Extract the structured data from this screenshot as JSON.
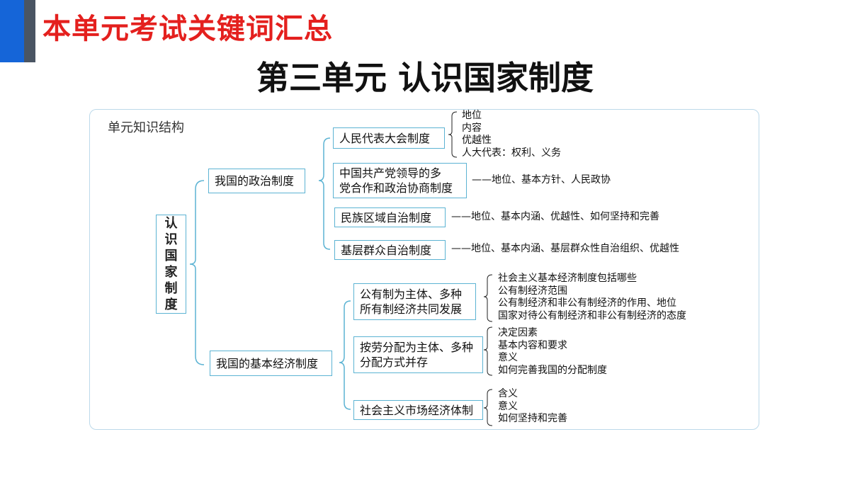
{
  "slide_title": "本单元考试关键词汇总",
  "unit_title": "第三单元  认识国家制度",
  "panel_label": "单元知识结构",
  "root": "认识国家制度",
  "political": {
    "label": "我国的政治制度",
    "items": [
      {
        "label": "人民代表大会制度",
        "points": [
          "地位",
          "内容",
          "优越性",
          "人大代表：权利、义务"
        ]
      },
      {
        "label_lines": [
          "中国共产党领导的多",
          "党合作和政治协商制度"
        ],
        "note": "——地位、基本方针、人民政协"
      },
      {
        "label": "民族区域自治制度",
        "note": "——地位、基本内涵、优越性、如何坚持和完善"
      },
      {
        "label": "基层群众自治制度",
        "note": "——地位、基本内涵、基层群众性自治组织、优越性"
      }
    ]
  },
  "economic": {
    "label": "我国的基本经济制度",
    "items": [
      {
        "label_lines": [
          "公有制为主体、多种",
          "所有制经济共同发展"
        ],
        "points": [
          "社会主义基本经济制度包括哪些",
          "公有制经济范围",
          "公有制经济和非公有制经济的作用、地位",
          "国家对待公有制经济和非公有制经济的态度"
        ]
      },
      {
        "label_lines": [
          "按劳分配为主体、多种",
          "分配方式并存"
        ],
        "points": [
          "决定因素",
          "基本内容和要求",
          "意义",
          "如何完善我国的分配制度"
        ]
      },
      {
        "label": "社会主义市场经济体制",
        "points": [
          "含义",
          "意义",
          "如何坚持和完善"
        ]
      }
    ]
  },
  "colors": {
    "title_red": "#e4201e",
    "accent_blue": "#1565d8",
    "accent_gray": "#4a5563",
    "box_border": "#5cb3d3",
    "line": "#5cb3d3",
    "brace": "#222222"
  }
}
